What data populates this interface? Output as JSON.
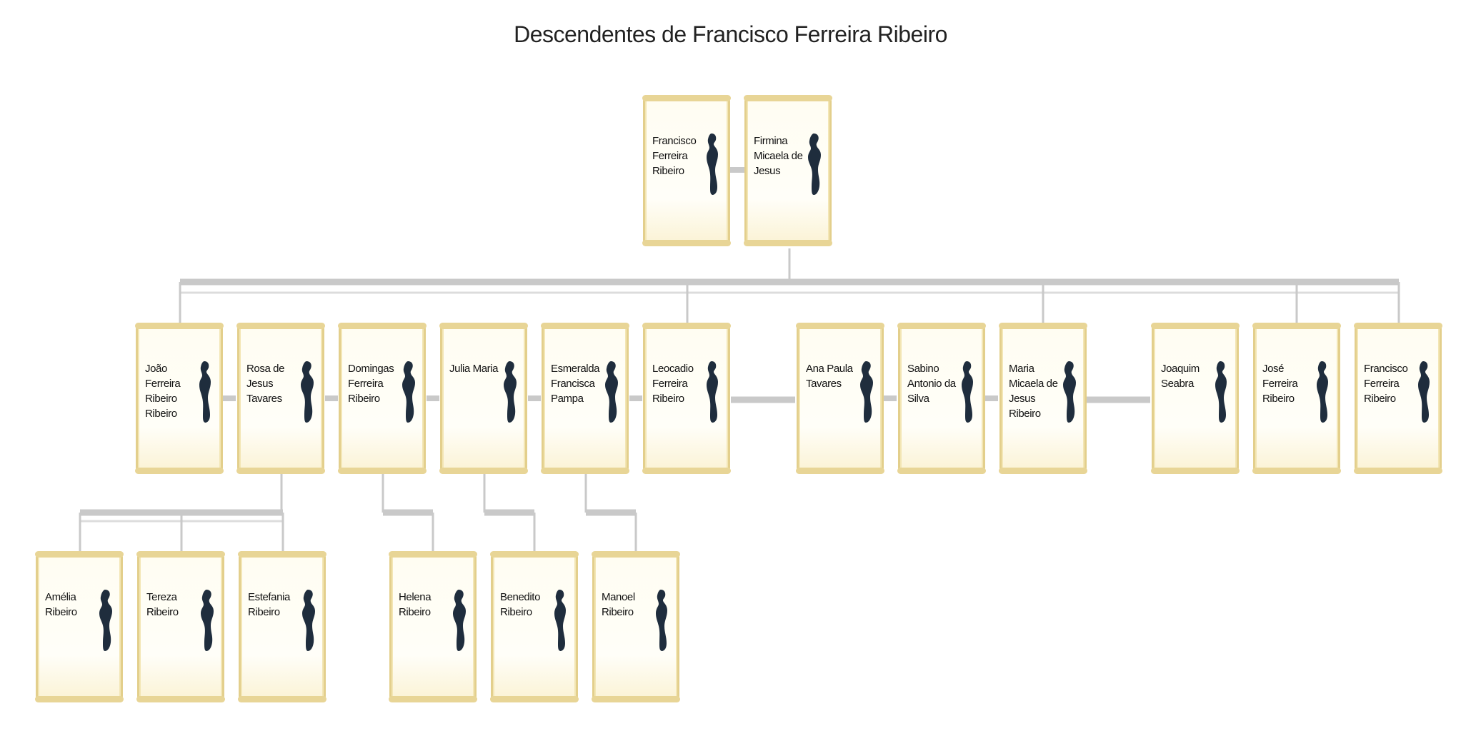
{
  "title": "Descendentes de Francisco Ferreira Ribeiro",
  "colors": {
    "card_border": "#e3cf8c",
    "card_fill": "#fffdf2",
    "connector": "#c8c8c8",
    "silhouette": "#1f2d3d"
  },
  "people": {
    "francisco_ferreira_ribeiro_sr": "Francisco Ferreira Ribeiro",
    "firmina_micaela_de_jesus": "Firmina Micaela de Jesus",
    "joao_ferreira_ribeiro_ribeiro": "João Ferreira Ribeiro Ribeiro",
    "rosa_de_jesus_tavares": "Rosa de Jesus Tavares",
    "domingas_ferreira_ribeiro": "Domingas Ferreira Ribeiro",
    "julia_maria": "Julia Maria",
    "esmeralda_francisca_pampa": "Esmeralda Francisca Pampa",
    "leocadio_ferreira_ribeiro": "Leocadio Ferreira Ribeiro",
    "ana_paula_tavares": "Ana Paula Tavares",
    "sabino_antonio_da_silva": "Sabino Antonio da Silva",
    "maria_micaela_de_jesus_ribeiro": "Maria Micaela de Jesus Ribeiro",
    "joaquim_seabra": "Joaquim Seabra",
    "jose_ferreira_ribeiro": "José Ferreira Ribeiro",
    "francisco_ferreira_ribeiro_jr": "Francisco Ferreira Ribeiro",
    "amelia_ribeiro": "Amélia Ribeiro",
    "tereza_ribeiro": "Tereza Ribeiro",
    "estefania_ribeiro": "Estefania Ribeiro",
    "helena_ribeiro": "Helena Ribeiro",
    "benedito_ribeiro": "Benedito Ribeiro",
    "manoel_ribeiro": "Manoel Ribeiro"
  }
}
